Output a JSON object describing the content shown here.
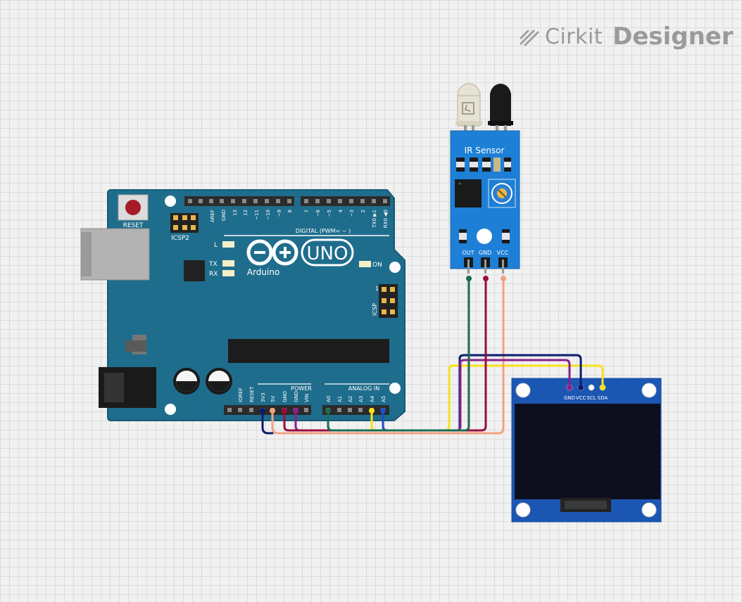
{
  "brand": {
    "name_part1": "Cirkit",
    "name_part2": "Designer"
  },
  "arduino": {
    "reset_label": "RESET",
    "icsp2_label": "ICSP2",
    "icsp_label": "ICSP",
    "icsp_pin1": "1",
    "led_l": "L",
    "led_tx": "TX",
    "led_rx": "RX",
    "led_on": "ON",
    "logo_text": "Arduino",
    "model": "UNO",
    "digital_label": "DIGITAL (PWM= ~ )",
    "power_label": "POWER",
    "analog_label": "ANALOG IN",
    "top_header_left": [
      "AREF",
      "GND",
      "13",
      "12",
      "~11",
      "~10",
      "~9",
      "8"
    ],
    "top_header_right": [
      "7",
      "~6",
      "~5",
      "4",
      "~3",
      "2",
      "TX0 ▶1",
      "RX0 ◀0"
    ],
    "power_pins": [
      "IOREF",
      "RESET",
      "3V3",
      "5V",
      "GND",
      "GND",
      "VIN"
    ],
    "analog_pins": [
      "A0",
      "A1",
      "A2",
      "A3",
      "A4",
      "A5"
    ]
  },
  "ir_sensor": {
    "title": "IR Sensor",
    "pins": [
      "OUT",
      "GND",
      "VCC"
    ]
  },
  "oled": {
    "pins": [
      "GND",
      "VCC",
      "SCL",
      "SDA"
    ]
  },
  "colors": {
    "board_blue": "#1f6d8c",
    "sensor_blue": "#1e7fd6",
    "oled_blue": "#1c56b3",
    "wire_navy": "#0b1b6e",
    "wire_salmon": "#f2a281",
    "wire_maroon": "#9a0d3e",
    "wire_purple": "#8c1f8a",
    "wire_green": "#1e6b4f",
    "wire_yellow": "#f6e21a",
    "wire_blue": "#1d4fc7"
  }
}
